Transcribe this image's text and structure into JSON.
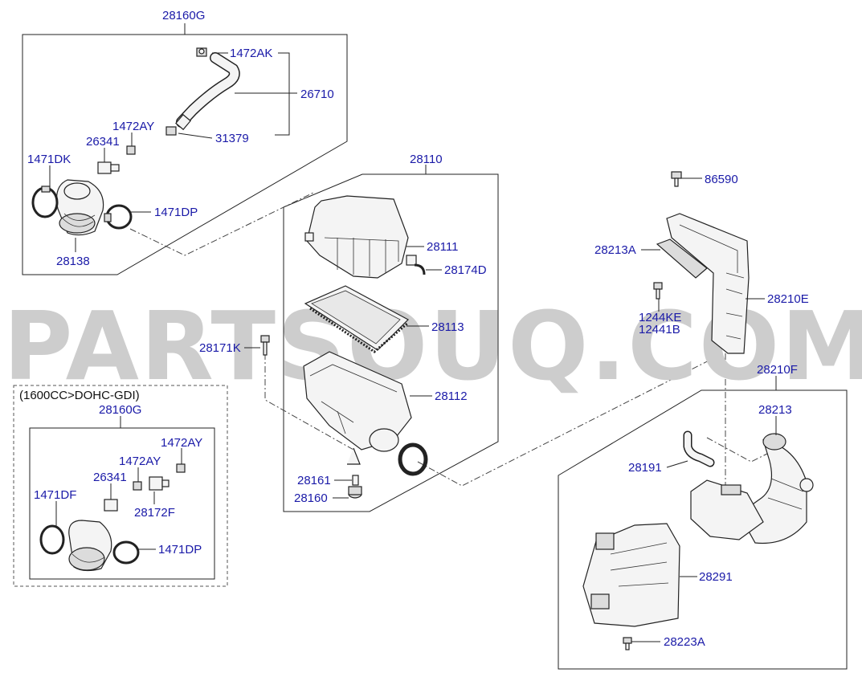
{
  "watermark": "PARTSOUQ.COM",
  "variant_note": "(1600CC>DOHC-GDI)",
  "labels": {
    "l28160G": "28160G",
    "l1472AK": "1472AK",
    "l26710": "26710",
    "l31379": "31379",
    "l1472AY": "1472AY",
    "l26341": "26341",
    "l1471DK": "1471DK",
    "l1471DP": "1471DP",
    "l28138": "28138",
    "l28110": "28110",
    "l28111": "28111",
    "l28174D": "28174D",
    "l28113": "28113",
    "l28171K": "28171K",
    "l28112": "28112",
    "l28161": "28161",
    "l28160": "28160",
    "l86590": "86590",
    "l28213A": "28213A",
    "l1244KE": "1244KE",
    "l12441B": "12441B",
    "l28210E": "28210E",
    "l28210F": "28210F",
    "l28213": "28213",
    "l28191": "28191",
    "l28291": "28291",
    "l28223A": "28223A",
    "b28160G": "28160G",
    "b1472AY_a": "1472AY",
    "b1472AY_b": "1472AY",
    "b26341": "26341",
    "b1471DF": "1471DF",
    "b28172F": "28172F",
    "b1471DP": "1471DP"
  }
}
